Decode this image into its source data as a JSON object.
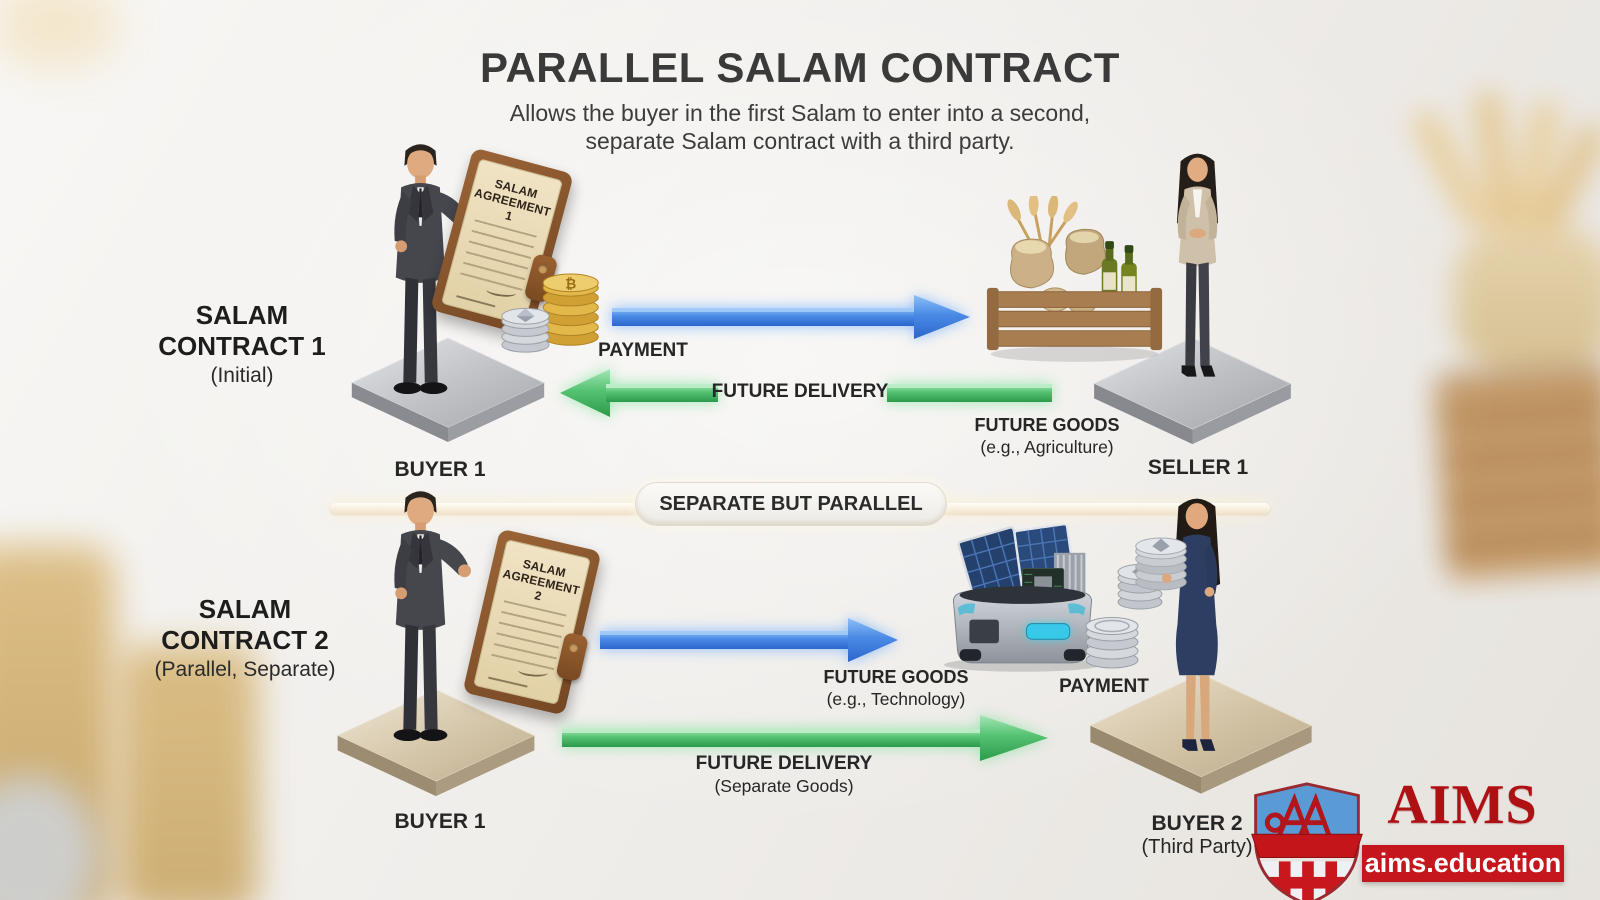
{
  "header": {
    "title": "PARALLEL SALAM CONTRACT",
    "subtitle_line1": "Allows the buyer in the first Salam to enter into a second,",
    "subtitle_line2": "separate Salam contract with a third party."
  },
  "contract1": {
    "name_line1": "SALAM",
    "name_line2": "CONTRACT 1",
    "qualifier": "(Initial)",
    "document_title": "SALAM AGREEMENT 1",
    "payment_label": "PAYMENT",
    "future_delivery_label": "FUTURE DELIVERY",
    "future_goods_line1": "FUTURE GOODS",
    "future_goods_line2": "(e.g., Agriculture)",
    "buyer_label": "BUYER 1",
    "seller_label": "SELLER 1"
  },
  "divider": {
    "label": "SEPARATE BUT PARALLEL"
  },
  "contract2": {
    "name_line1": "SALAM",
    "name_line2": "CONTRACT 2",
    "qualifier": "(Parallel, Separate)",
    "document_title": "SALAM AGREEMENT 2",
    "payment_label": "PAYMENT",
    "future_goods_line1": "FUTURE GOODS",
    "future_goods_line2": "(e.g., Technology)",
    "future_delivery_line1": "FUTURE DELIVERY",
    "future_delivery_line2": "(Separate Goods)",
    "buyer_label": "BUYER 1",
    "buyer2_line1": "BUYER 2",
    "buyer2_line2": "(Third Party)"
  },
  "branding": {
    "logo_text": "AIMS",
    "website": "aims.education"
  },
  "icons": {
    "bitcoin_symbol": "₿"
  },
  "colors": {
    "payment_arrow_blue": "#3d7de0",
    "delivery_arrow_green": "#3fae5c",
    "brand_red": "#b01217",
    "text_dark": "#2f2f2f"
  }
}
